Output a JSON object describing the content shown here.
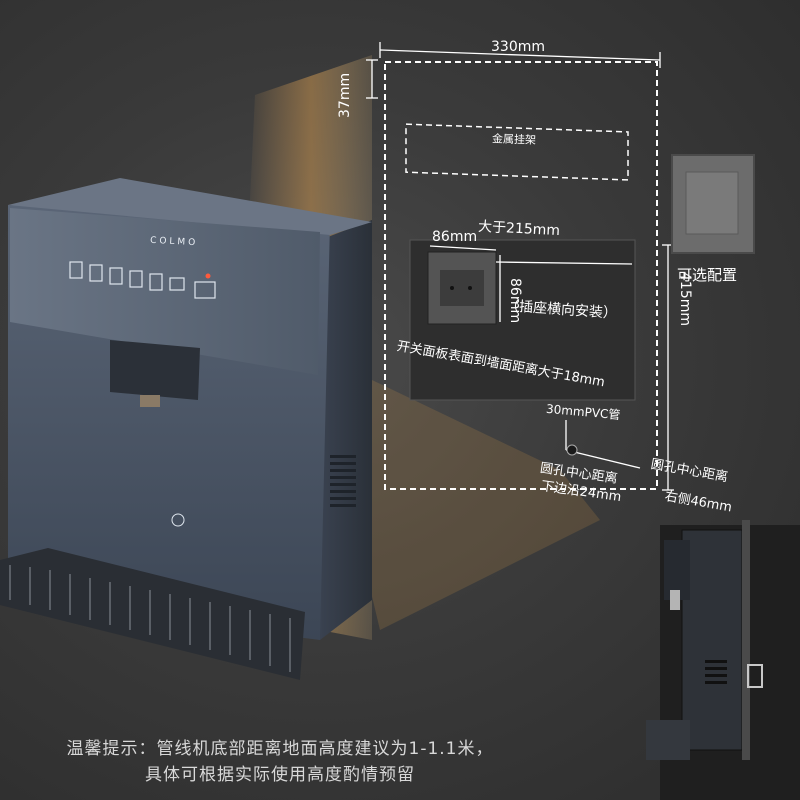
{
  "brand": "COLMO",
  "dimensions": {
    "width_label": "330mm",
    "top_offset_label": "37mm",
    "height_label": "415mm",
    "outlet_width_label": "86mm",
    "outlet_height_label": "86mm",
    "gap_label": "大于215mm",
    "metal_bracket_label": "金属挂架",
    "outlet_note": "（插座横向安装）",
    "panel_distance_note": "开关面板表面到墙面距离大于18mm",
    "pvc_label": "30mmPVC管",
    "hole_bottom_label_line1": "圆孔中心距离",
    "hole_bottom_label_line2": "下边沿24mm",
    "hole_right_label_line1": "圆孔中心距离",
    "hole_right_label_line2": "右侧46mm"
  },
  "optional_label": "可选配置",
  "caption": {
    "line1": "温馨提示：管线机底部距离地面高度建议为1-1.1米，",
    "line2": "具体可根据实际使用高度酌情预留"
  },
  "colors": {
    "background": "#3a3a3a",
    "machine_body": "#485466",
    "panel": "#5c6878",
    "dashed": "#ffffff",
    "switch_plate": "#6e6e6e",
    "light_beam": "#e0a050"
  }
}
